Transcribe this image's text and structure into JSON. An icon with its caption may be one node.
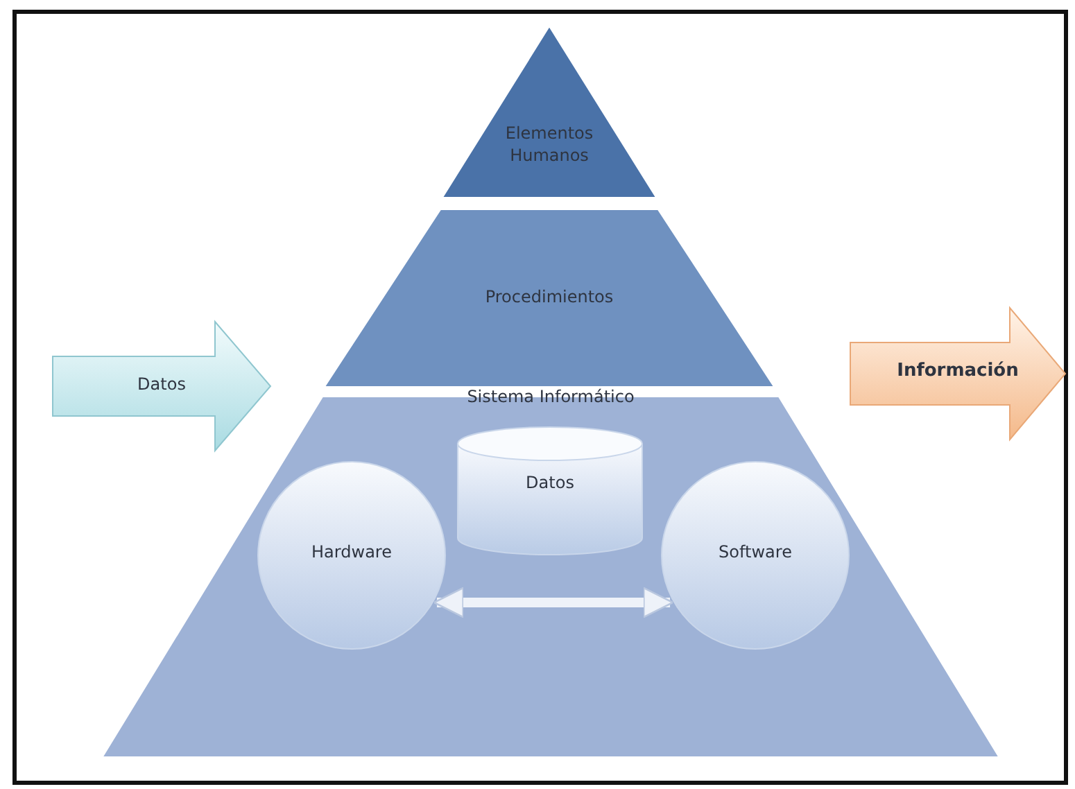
{
  "diagram": {
    "nodes": [
      {
        "text": [
          "Elementos Humanos"
        ]
      },
      {
        "text": [
          "Procedimientos"
        ]
      },
      {
        "text": [
          "Sistema Informático"
        ]
      },
      {
        "text": [
          "Datos"
        ],
        "in": 2
      },
      {
        "text": [
          "Hardware"
        ],
        "in": 2
      },
      {
        "text": [
          "Software"
        ],
        "in": 2
      },
      {
        "text": [
          "Datos"
        ]
      },
      {
        "text": [
          "Información"
        ]
      }
    ],
    "edges": [
      {
        "from": 4,
        "to": 5,
        "arrow": "both"
      }
    ]
  }
}
